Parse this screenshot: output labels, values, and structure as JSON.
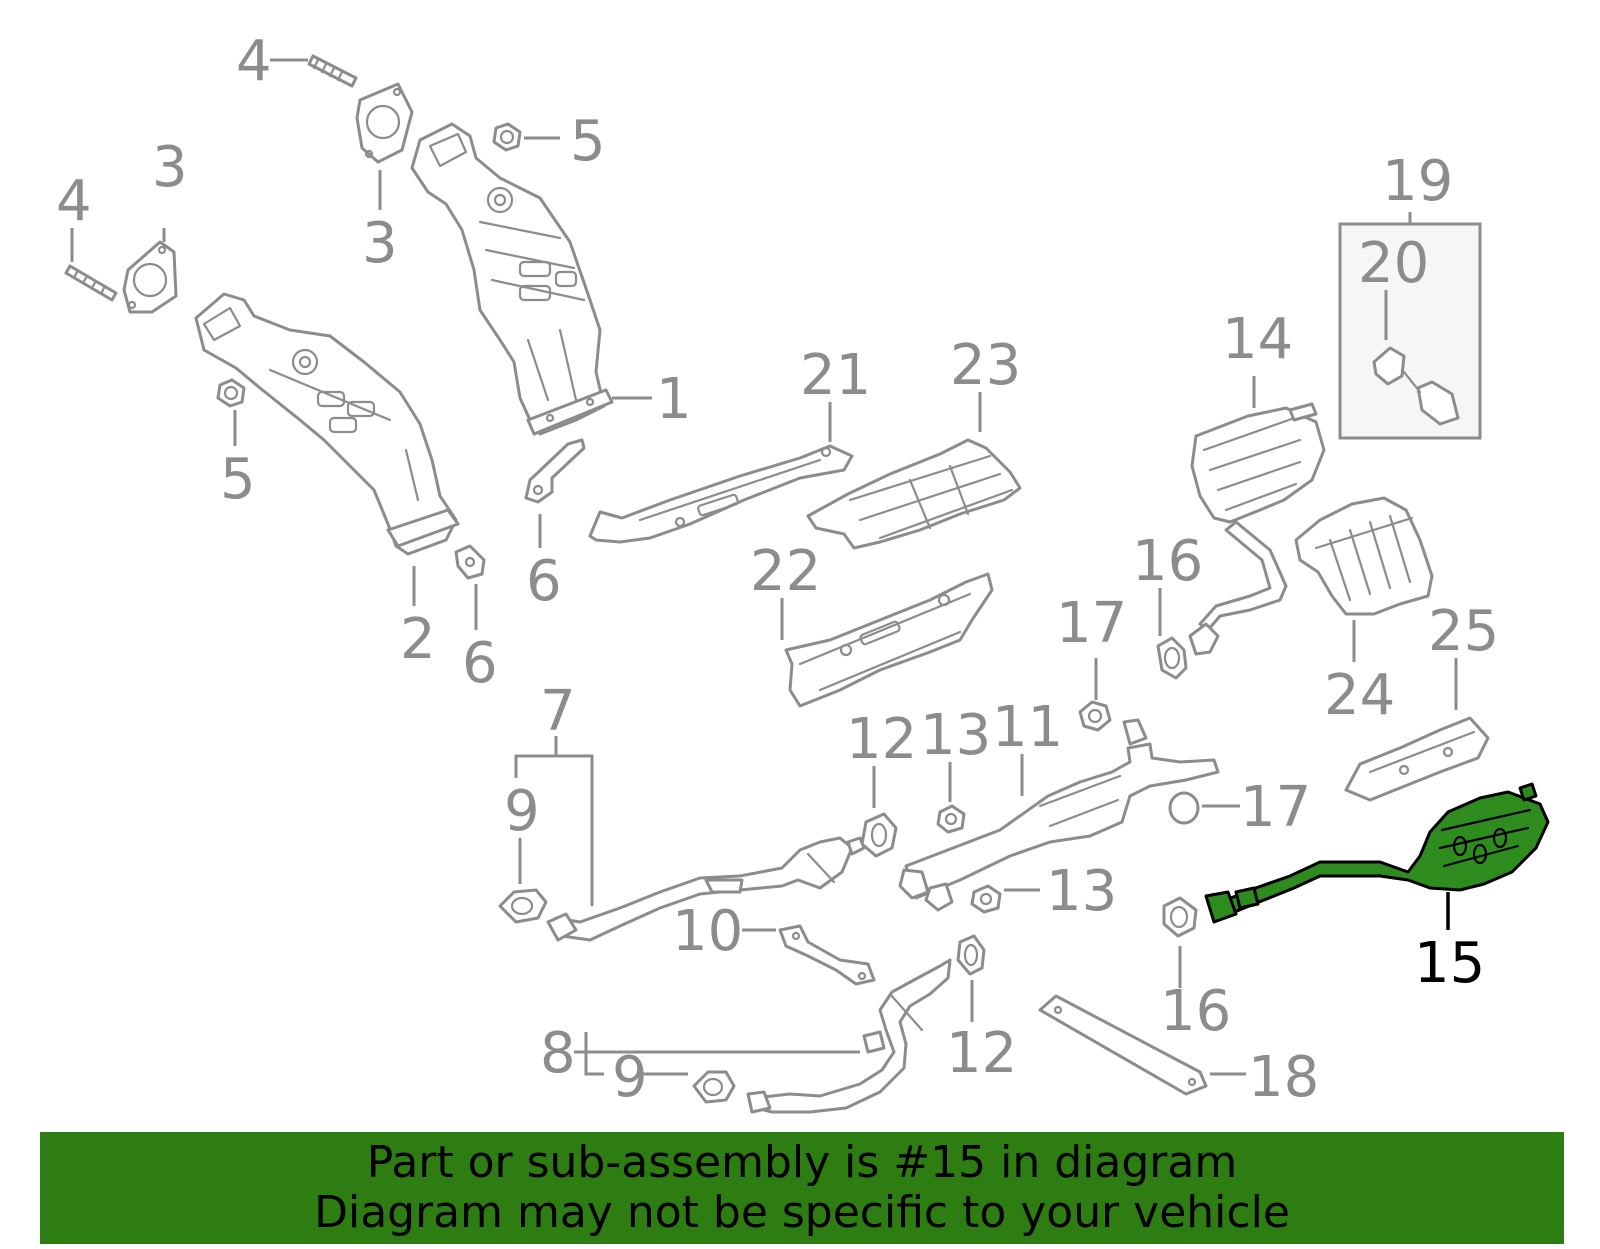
{
  "callouts": {
    "c1": "1",
    "c2": "2",
    "c3a": "3",
    "c3b": "3",
    "c4a": "4",
    "c4b": "4",
    "c5a": "5",
    "c5b": "5",
    "c6a": "6",
    "c6b": "6",
    "c7": "7",
    "c8": "8",
    "c9a": "9",
    "c9b": "9",
    "c10": "10",
    "c11": "11",
    "c12a": "12",
    "c12b": "12",
    "c13a": "13",
    "c13b": "13",
    "c14": "14",
    "c15": "15",
    "c16a": "16",
    "c16b": "16",
    "c17a": "17",
    "c17b": "17",
    "c18": "18",
    "c19": "19",
    "c20": "20",
    "c21": "21",
    "c22": "22",
    "c23": "23",
    "c24": "24",
    "c25": "25"
  },
  "highlighted_part": "15",
  "colors": {
    "part_line": "#8c8c8c",
    "highlight_fill": "#2e8b1e",
    "banner_bg": "#2e7d12",
    "banner_text": "#000000"
  },
  "banner": {
    "line1": "Part or sub-assembly is #15 in diagram",
    "line2": "Diagram may not be specific to your vehicle"
  }
}
